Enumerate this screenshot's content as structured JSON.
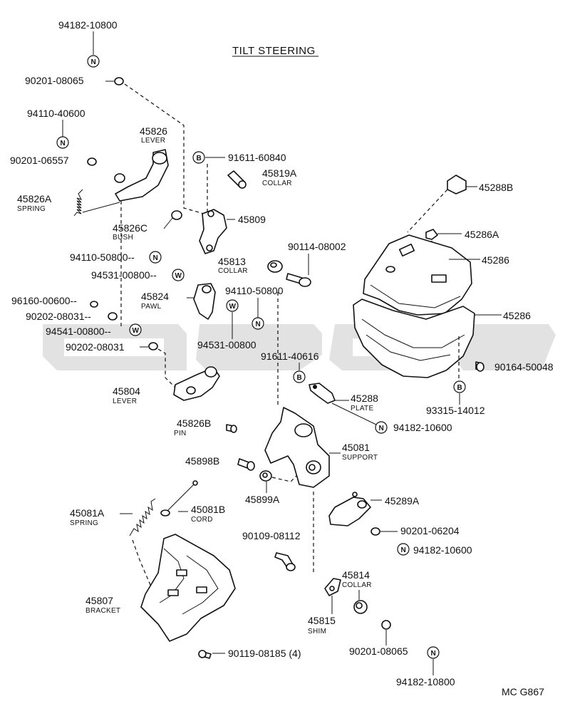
{
  "title": "TILT STEERING",
  "footer_code": "MC G867",
  "symbols": {
    "n": "N",
    "b": "B",
    "w": "W"
  },
  "labels": {
    "p94182_10800_top": "94182-10800",
    "p90201_08065_top": "90201-08065",
    "p94110_40600": "94110-40600",
    "p90201_06557": "90201-06557",
    "p45826": "45826",
    "p45826_sub": "LEVER",
    "p45826A": "45826A",
    "p45826A_sub": "SPRING",
    "p45826C": "45826C",
    "p45826C_sub": "BUSH",
    "p94110_50800_left": "94110-50800--",
    "p94531_00800_left": "94531-00800--",
    "p96160_00600": "96160-00600--",
    "p90202_08031_a": "90202-08031--",
    "p94541_00800": "94541-00800--",
    "p90202_08031_b": "90202-08031",
    "p91611_60840": "91611-60840",
    "p45819A": "45819A",
    "p45819A_sub": "COLLAR",
    "p45809": "45809",
    "p45813": "45813",
    "p45813_sub": "COLLAR",
    "p90114_08002": "90114-08002",
    "p45824": "45824",
    "p45824_sub": "PAWL",
    "p94110_50800_mid": "94110-50800",
    "p94531_00800_mid": "94531-00800",
    "p45804": "45804",
    "p45804_sub": "LEVER",
    "p91611_40616": "91611-40616",
    "p45288": "45288",
    "p45288_sub": "PLATE",
    "p94182_10600_a": "94182-10600",
    "p45826B": "45826B",
    "p45826B_sub": "PIN",
    "p45081": "45081",
    "p45081_sub": "SUPPORT",
    "p45898B": "45898B",
    "p45899A": "45899A",
    "p45288B": "45288B",
    "p45286A": "45286A",
    "p45286_a": "45286",
    "p45286_b": "45286",
    "p90164_50048": "90164-50048",
    "p93315_14012": "93315-14012",
    "p45289A": "45289A",
    "p90201_06204": "90201-06204",
    "p94182_10600_b": "94182-10600",
    "p45081A": "45081A",
    "p45081A_sub": "SPRING",
    "p45081B": "45081B",
    "p45081B_sub": "CORD",
    "p90109_08112": "90109-08112",
    "p45814": "45814",
    "p45814_sub": "COLLAR",
    "p45815": "45815",
    "p45815_sub": "SHIM",
    "p45807": "45807",
    "p45807_sub": "BRACKET",
    "p90119_08185": "90119-08185 (4)",
    "p90201_08065_bot": "90201-08065",
    "p94182_10800_bot": "94182-10800"
  }
}
